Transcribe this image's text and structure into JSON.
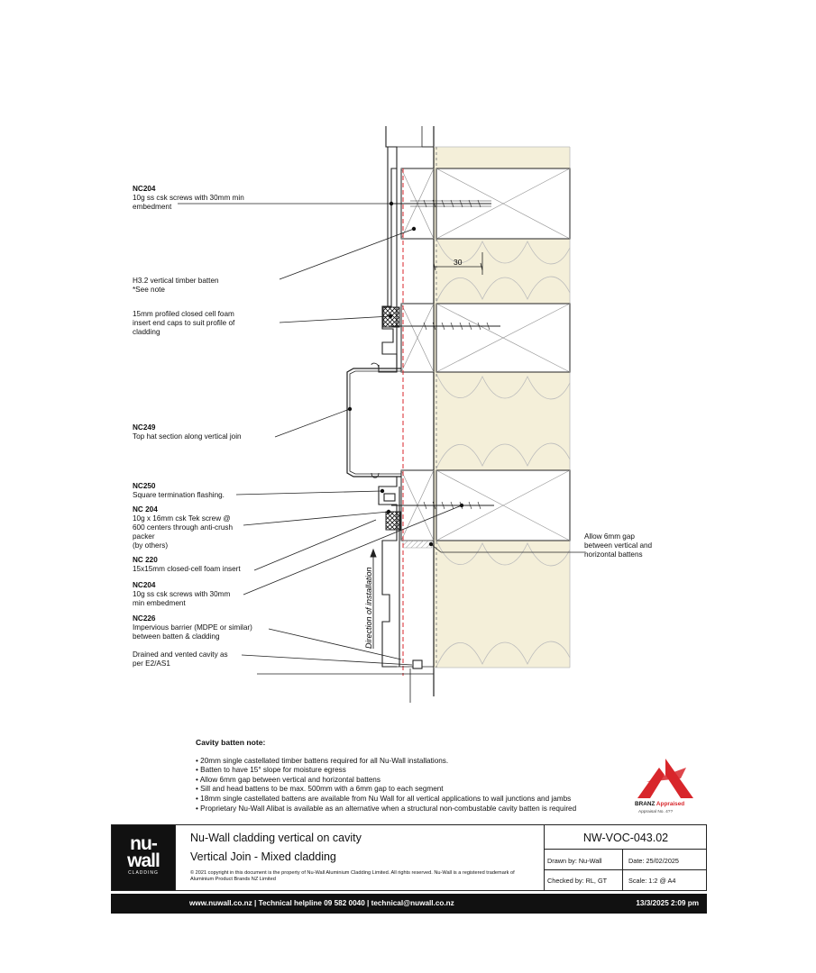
{
  "labels": {
    "nc204_top_code": "NC204",
    "nc204_top_desc": "10g ss csk screws with 30mm min\nembedment",
    "batten": "H3.2 vertical timber batten\n*See note",
    "foam_insert": "15mm profiled closed cell foam\ninsert end caps to suit profile of\ncladding",
    "nc249_code": "NC249",
    "nc249_desc": "Top hat section along vertical join",
    "nc250_code": "NC250",
    "nc250_desc": "Square termination flashing.",
    "nc204b_code": "NC 204",
    "nc204b_desc": "10g x 16mm csk Tek screw @\n600 centers through anti-crush\npacker\n(by others)",
    "nc220_code": "NC 220",
    "nc220_desc": "15x15mm closed-cell foam insert",
    "nc204c_code": "NC204",
    "nc204c_desc": "10g ss csk screws with 30mm\nmin embedment",
    "nc226_code": "NC226",
    "nc226_desc": "Impervious barrier (MDPE or similar)\nbetween batten & cladding",
    "cavity": "Drained and vented cavity as\nper  E2/AS1",
    "gap": "Allow 6mm gap\nbetween vertical and\nhorizontal battens",
    "dim_30": "30",
    "direction": "Direction of installation"
  },
  "notes": {
    "title": "Cavity batten note:",
    "items": [
      "20mm single castellated timber battens required for all Nu-Wall installations.",
      "Batten to have 15° slope for moisture egress",
      "Allow 6mm gap between vertical and horizontal battens",
      "Sill and head battens to be max. 500mm with a 6mm gap to each segment",
      "18mm single castellated battens are available from Nu Wall for all vertical applications to wall junctions and jambs",
      "Proprietary Nu-Wall Alibat is available as an alternative when a structural non-combustable cavity batten is required"
    ]
  },
  "branz": {
    "brand": "BRANZ",
    "appraised": "Appraised",
    "sub": "Appraisal No. 4??"
  },
  "title_block": {
    "logo_line1": "nu-",
    "logo_line2": "wall",
    "logo_sub": "CLADDING",
    "title1": "Nu-Wall cladding vertical on cavity",
    "title2": "Vertical Join - Mixed cladding",
    "copyright": "© 2021 copyright in this document is the property of Nu-Wall Aluminium Cladding Limited. All rights reserved. Nu-Wall is a registered trademark of Aluminium Product Brands NZ Limited",
    "code": "NW-VOC-043.02",
    "drawn_by": "Drawn by: Nu-Wall",
    "date": "Date:    25/02/2025",
    "checked_by": "Checked by: RL, GT",
    "scale": "Scale:    1:2 @ A4"
  },
  "footer": {
    "contact": "www.nuwall.co.nz  |  Technical helpline 09 582 0040  |  technical@nuwall.co.nz",
    "timestamp": "13/3/2025 2:09 pm"
  },
  "colors": {
    "insulation": "#f4efd9",
    "barrier": "#d8262b",
    "title_bar": "#111111"
  }
}
